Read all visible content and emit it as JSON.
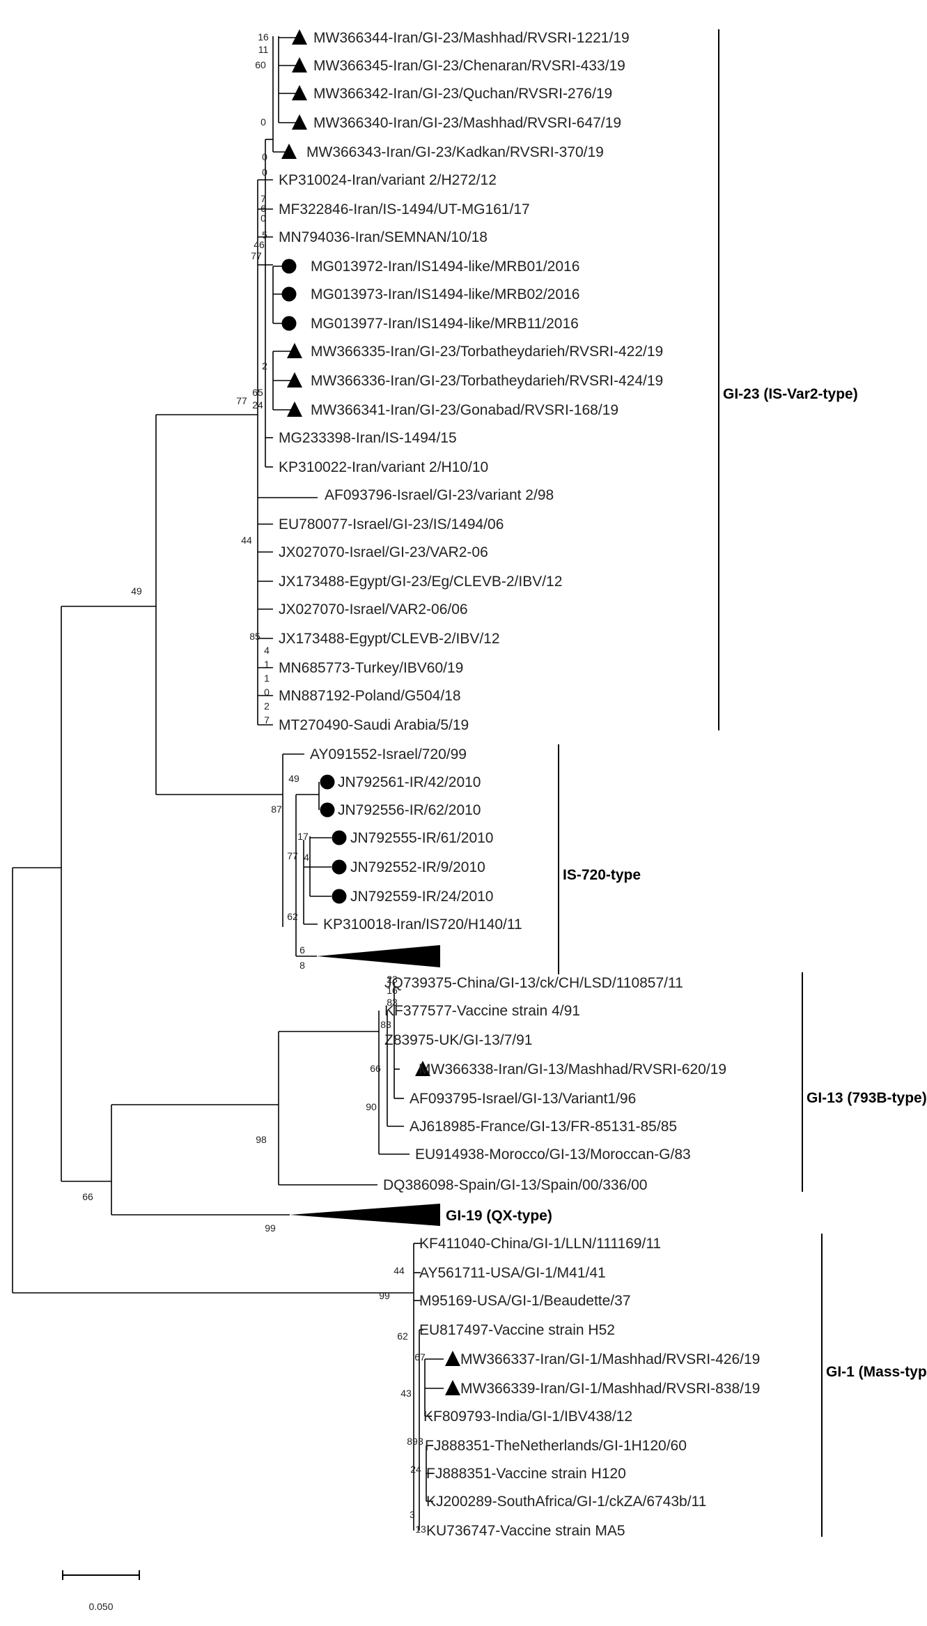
{
  "taxa": [
    {
      "label": "MW366344-Iran/GI-23/Mashhad/RVSRI-1221/19",
      "marker": "triangle"
    },
    {
      "label": "MW366345-Iran/GI-23/Chenaran/RVSRI-433/19",
      "marker": "triangle"
    },
    {
      "label": "MW366342-Iran/GI-23/Quchan/RVSRI-276/19",
      "marker": "triangle"
    },
    {
      "label": "MW366340-Iran/GI-23/Mashhad/RVSRI-647/19",
      "marker": "triangle"
    },
    {
      "label": "MW366343-Iran/GI-23/Kadkan/RVSRI-370/19",
      "marker": "triangle"
    },
    {
      "label": "KP310024-Iran/variant 2/H272/12",
      "marker": "none"
    },
    {
      "label": "MF322846-Iran/IS-1494/UT-MG161/17",
      "marker": "none"
    },
    {
      "label": "MN794036-Iran/SEMNAN/10/18",
      "marker": "none"
    },
    {
      "label": "MG013972-Iran/IS1494-like/MRB01/2016",
      "marker": "circle"
    },
    {
      "label": "MG013973-Iran/IS1494-like/MRB02/2016",
      "marker": "circle"
    },
    {
      "label": "MG013977-Iran/IS1494-like/MRB11/2016",
      "marker": "circle"
    },
    {
      "label": "MW366335-Iran/GI-23/Torbatheydarieh/RVSRI-422/19",
      "marker": "triangle"
    },
    {
      "label": "MW366336-Iran/GI-23/Torbatheydarieh/RVSRI-424/19",
      "marker": "triangle"
    },
    {
      "label": "MW366341-Iran/GI-23/Gonabad/RVSRI-168/19",
      "marker": "triangle"
    },
    {
      "label": "MG233398-Iran/IS-1494/15",
      "marker": "none"
    },
    {
      "label": "KP310022-Iran/variant 2/H10/10",
      "marker": "none"
    },
    {
      "label": "AF093796-Israel/GI-23/variant 2/98",
      "marker": "none"
    },
    {
      "label": "EU780077-Israel/GI-23/IS/1494/06",
      "marker": "none"
    },
    {
      "label": "JX027070-Israel/GI-23/VAR2-06",
      "marker": "none"
    },
    {
      "label": "JX173488-Egypt/GI-23/Eg/CLEVB-2/IBV/12",
      "marker": "none"
    },
    {
      "label": "JX027070-Israel/VAR2-06/06",
      "marker": "none"
    },
    {
      "label": "JX173488-Egypt/CLEVB-2/IBV/12",
      "marker": "none"
    },
    {
      "label": "MN685773-Turkey/IBV60/19",
      "marker": "none"
    },
    {
      "label": "MN887192-Poland/G504/18",
      "marker": "none"
    },
    {
      "label": "MT270490-Saudi Arabia/5/19",
      "marker": "none"
    },
    {
      "label": "AY091552-Israel/720/99",
      "marker": "none"
    },
    {
      "label": "JN792561-IR/42/2010",
      "marker": "circle"
    },
    {
      "label": "JN792556-IR/62/2010",
      "marker": "circle"
    },
    {
      "label": "JN792555-IR/61/2010",
      "marker": "circle"
    },
    {
      "label": "JN792552-IR/9/2010",
      "marker": "circle"
    },
    {
      "label": "JN792559-IR/24/2010",
      "marker": "circle"
    },
    {
      "label": "KP310018-Iran/IS720/H140/11",
      "marker": "none"
    },
    {
      "label": "JQ739375-China/GI-13/ck/CH/LSD/110857/11",
      "marker": "none"
    },
    {
      "label": "KF377577-Vaccine strain 4/91",
      "marker": "none"
    },
    {
      "label": "Z83975-UK/GI-13/7/91",
      "marker": "none"
    },
    {
      "label": "MW366338-Iran/GI-13/Mashhad/RVSRI-620/19",
      "marker": "triangle"
    },
    {
      "label": "AF093795-Israel/GI-13/Variant1/96",
      "marker": "none"
    },
    {
      "label": "AJ618985-France/GI-13/FR-85131-85/85",
      "marker": "none"
    },
    {
      "label": "EU914938-Morocco/GI-13/Moroccan-G/83",
      "marker": "none"
    },
    {
      "label": "DQ386098-Spain/GI-13/Spain/00/336/00",
      "marker": "none"
    },
    {
      "label": "KF411040-China/GI-1/LLN/111169/11",
      "marker": "none"
    },
    {
      "label": "AY561711-USA/GI-1/M41/41",
      "marker": "none"
    },
    {
      "label": "M95169-USA/GI-1/Beaudette/37",
      "marker": "none"
    },
    {
      "label": "EU817497-Vaccine strain H52",
      "marker": "none"
    },
    {
      "label": "MW366337-Iran/GI-1/Mashhad/RVSRI-426/19",
      "marker": "triangle"
    },
    {
      "label": "MW366339-Iran/GI-1/Mashhad/RVSRI-838/19",
      "marker": "triangle"
    },
    {
      "label": "KF809793-India/GI-1/IBV438/12",
      "marker": "none"
    },
    {
      "label": "FJ888351-TheNetherlands/GI-1H120/60",
      "marker": "none"
    },
    {
      "label": "FJ888351-Vaccine strain H120",
      "marker": "none"
    },
    {
      "label": "KJ200289-SouthAfrica/GI-1/ckZA/6743b/11",
      "marker": "none"
    },
    {
      "label": "KU736747-Vaccine strain MA5",
      "marker": "none"
    }
  ],
  "collapsed_clade_label": "GI-19 (QX-type)",
  "clades": [
    {
      "label": "GI-23 (IS-Var2-type)"
    },
    {
      "label": "IS-720-type"
    },
    {
      "label": "GI-13 (793B-type)"
    },
    {
      "label": "GI-1 (Mass-typ"
    }
  ],
  "bootstrap": [
    {
      "text": "16"
    },
    {
      "text": "11"
    },
    {
      "text": "60"
    },
    {
      "text": "0"
    },
    {
      "text": "0"
    },
    {
      "text": "0"
    },
    {
      "text": "7"
    },
    {
      "text": "6"
    },
    {
      "text": "0"
    },
    {
      "text": "5"
    },
    {
      "text": "46"
    },
    {
      "text": "77"
    },
    {
      "text": "2"
    },
    {
      "text": "65"
    },
    {
      "text": "24"
    },
    {
      "text": "77"
    },
    {
      "text": "44"
    },
    {
      "text": "85"
    },
    {
      "text": "4"
    },
    {
      "text": "1"
    },
    {
      "text": "1"
    },
    {
      "text": "0"
    },
    {
      "text": "2"
    },
    {
      "text": "7"
    },
    {
      "text": "49"
    },
    {
      "text": "49"
    },
    {
      "text": "87"
    },
    {
      "text": "17"
    },
    {
      "text": "77"
    },
    {
      "text": "4"
    },
    {
      "text": "62"
    },
    {
      "text": "6"
    },
    {
      "text": "8"
    },
    {
      "text": "23"
    },
    {
      "text": "16"
    },
    {
      "text": "83"
    },
    {
      "text": "83"
    },
    {
      "text": "66"
    },
    {
      "text": "90"
    },
    {
      "text": "98"
    },
    {
      "text": "66"
    },
    {
      "text": "99"
    },
    {
      "text": "44"
    },
    {
      "text": "99"
    },
    {
      "text": "62"
    },
    {
      "text": "67"
    },
    {
      "text": "43"
    },
    {
      "text": "89"
    },
    {
      "text": "3"
    },
    {
      "text": "24"
    },
    {
      "text": "3"
    },
    {
      "text": "13"
    }
  ],
  "scale_bar_label": "0.050"
}
